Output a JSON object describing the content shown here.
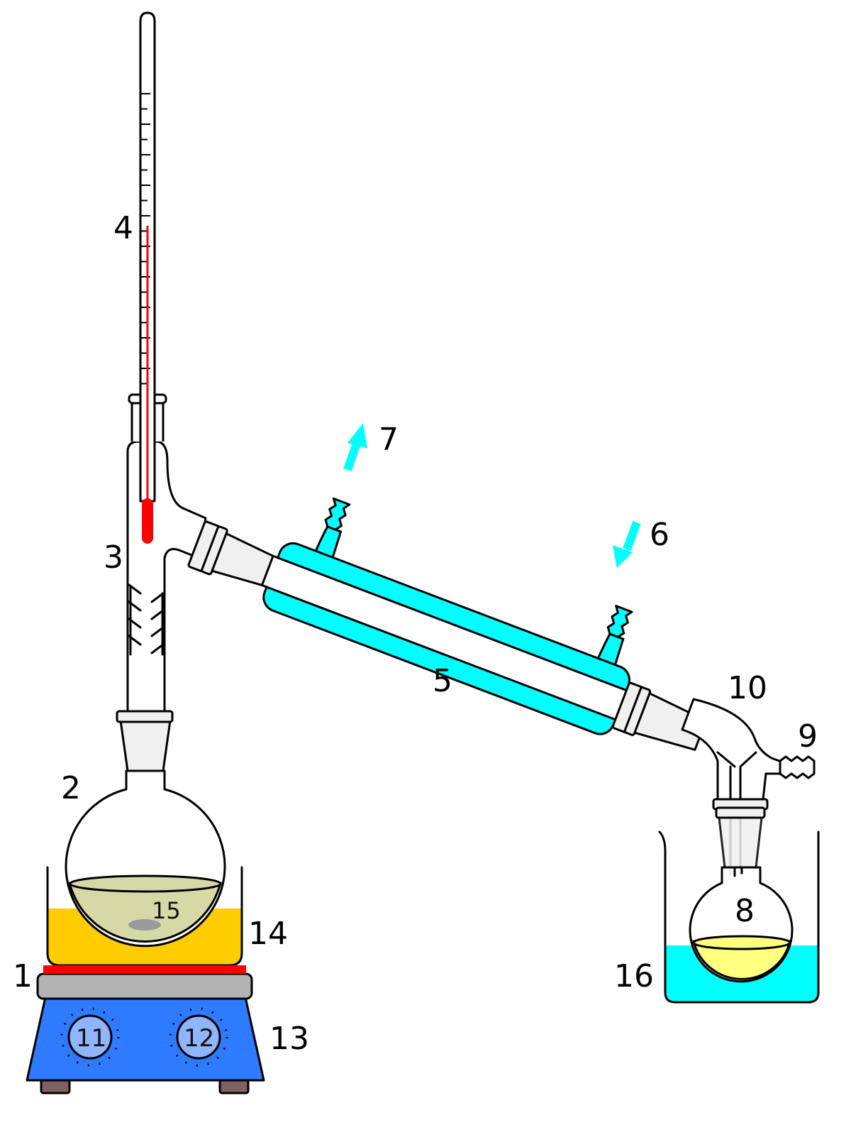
{
  "labels": {
    "heat_source": "1",
    "still_pot": "2",
    "still_head": "3",
    "thermometer": "4",
    "condenser": "5",
    "cooling_water_in": "6",
    "cooling_water_out": "7",
    "receiving_flask": "8",
    "vacuum_inlet": "9",
    "receiver_adapter": "10",
    "heat_control": "11",
    "stirrer_speed_control": "12",
    "stirrer_hotplate": "13",
    "heating_bath": "14",
    "stir_bar": "15",
    "cooling_bath": "16"
  },
  "colors": {
    "cooling_water": "#00ffff",
    "heating_bath": "#ffcc00",
    "still_liquid": "#d6d9a6",
    "distillate": "#ffff80",
    "mercury": "#ff0000",
    "hotplate_body": "#2f7bff",
    "hotplate_knobs": "#8fb5ff",
    "hotplate_top": "#b3b3b3",
    "heating_element": "#ff0000",
    "joints": "#f0f0f0",
    "feet": "#806060"
  }
}
